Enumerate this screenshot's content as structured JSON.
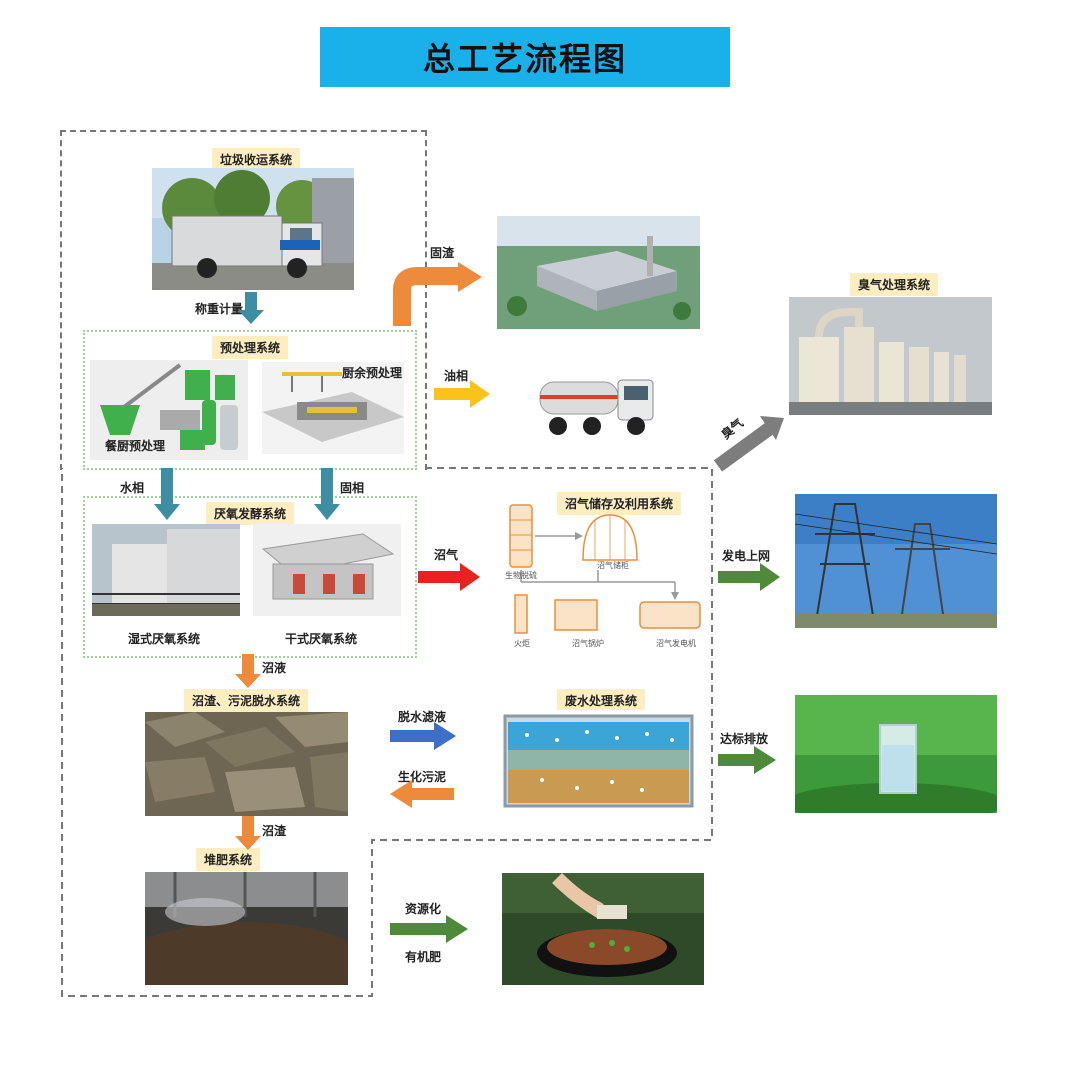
{
  "title": "总工艺流程图",
  "systems": {
    "collection": "垃圾收运系统",
    "pretreat": "预处理系统",
    "anaerobic": "厌氧发酵系统",
    "dewater": "沼渣、污泥脱水系统",
    "compost": "堆肥系统",
    "biogas": "沼气储存及利用系统",
    "wastewater": "废水处理系统",
    "odor": "臭气处理系统"
  },
  "labels": {
    "weighing": "称重计量",
    "kitchen_pre": "厨余预处理",
    "food_pre": "餐厨预处理",
    "water_phase": "水相",
    "solid_phase": "固相",
    "wet_anaerobic": "湿式厌氧系统",
    "dry_anaerobic": "干式厌氧系统",
    "digestate_liquid": "沼液",
    "digestate_residue": "沼渣",
    "solid_residue": "固渣",
    "oil_phase": "油相",
    "biogas": "沼气",
    "odor_gas": "臭气",
    "power_grid": "发电上网",
    "filtrate": "脱水滤液",
    "bio_sludge": "生化污泥",
    "discharge": "达标排放",
    "resource": "资源化",
    "organic_fertilizer": "有机肥"
  },
  "biogas_parts": {
    "desulfur": "生物脱硫",
    "storage": "沼气储柜",
    "flare": "火炬",
    "boiler": "沼气锅炉",
    "generator": "沼气发电机"
  },
  "colors": {
    "title_bg": "#1ab0ea",
    "teal_arrow": "#3d8ea3",
    "orange_arrow": "#ee8a3c",
    "yellow_arrow": "#fac31a",
    "red_arrow": "#e8221e",
    "blue_arrow": "#3e6fc8",
    "green_arrow": "#4f8a3a",
    "gray_arrow": "#7d7d7d",
    "tag_bg": "#fdeec2"
  }
}
